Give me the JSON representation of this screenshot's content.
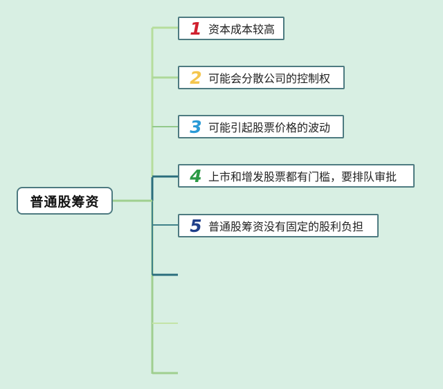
{
  "central": {
    "label": "普通股筹资"
  },
  "branches": [
    {
      "num": "1",
      "text": "资本成本较高",
      "num_color": "#d0202e"
    },
    {
      "num": "2",
      "text": "可能会分散公司的控制权",
      "num_color": "#f4c64e"
    },
    {
      "num": "3",
      "text": "可能引起股票价格的波动",
      "num_color": "#2a9ad6"
    },
    {
      "num": "4",
      "text": "上市和增发股票都有门槛，要排队审批",
      "num_color": "#2c9a45"
    },
    {
      "num": "5",
      "text": "普通股筹资没有固定的股利负担",
      "num_color": "#1f3f8a"
    }
  ],
  "colors": {
    "background": "#d8efe3",
    "node_border": "#4d7a80",
    "connector_light": "#b6dd9c",
    "connector_mid": "#92c98b",
    "connector_dark": "#2a6d7c"
  }
}
